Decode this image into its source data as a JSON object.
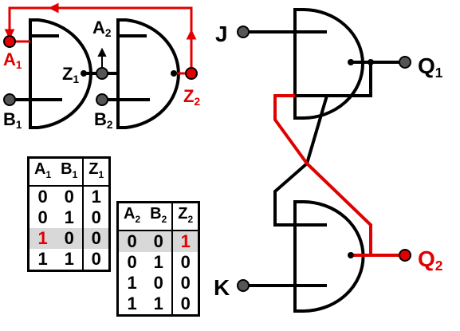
{
  "colors": {
    "signal": "#e00000",
    "wire": "#000000",
    "terminal": "#555555",
    "highlight": "#d8d8d8"
  },
  "left_diagram": {
    "inputs": [
      {
        "letter": "A",
        "sub": "1"
      },
      {
        "letter": "B",
        "sub": "1"
      },
      {
        "letter": "A",
        "sub": "2"
      },
      {
        "letter": "B",
        "sub": "2"
      }
    ],
    "outputs": [
      {
        "letter": "Z",
        "sub": "1"
      },
      {
        "letter": "Z",
        "sub": "2"
      }
    ]
  },
  "right_diagram": {
    "inputs": [
      "J",
      "K"
    ],
    "outputs": [
      {
        "letter": "Q",
        "sub": "1"
      },
      {
        "letter": "Q",
        "sub": "2"
      }
    ]
  },
  "table1": {
    "headers": [
      {
        "letter": "A",
        "sub": "1"
      },
      {
        "letter": "B",
        "sub": "1"
      },
      {
        "letter": "Z",
        "sub": "1"
      }
    ],
    "rows": [
      [
        "0",
        "0",
        "1"
      ],
      [
        "0",
        "1",
        "0"
      ],
      [
        "1",
        "0",
        "0"
      ],
      [
        "1",
        "1",
        "0"
      ]
    ],
    "highlight_row": 2
  },
  "table2": {
    "headers": [
      {
        "letter": "A",
        "sub": "2"
      },
      {
        "letter": "B",
        "sub": "2"
      },
      {
        "letter": "Z",
        "sub": "2"
      }
    ],
    "rows": [
      [
        "0",
        "0",
        "1"
      ],
      [
        "0",
        "1",
        "0"
      ],
      [
        "1",
        "0",
        "0"
      ],
      [
        "1",
        "1",
        "0"
      ]
    ],
    "highlight_row": 0
  }
}
